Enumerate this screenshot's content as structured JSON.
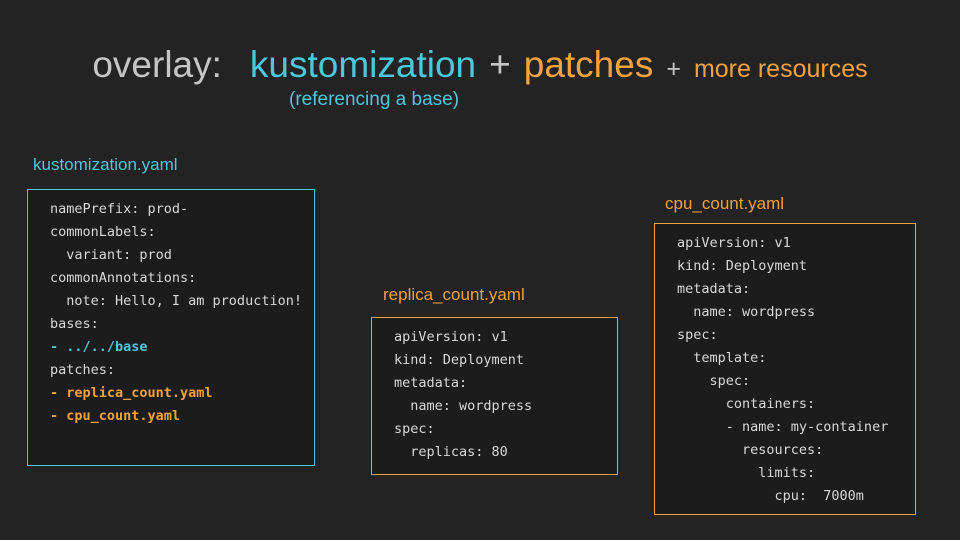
{
  "title": {
    "overlay": "overlay:",
    "kustomization": "kustomization",
    "plus1": "+",
    "patches": "patches",
    "plus2": "+",
    "more_resources": "more resources",
    "subtitle": "(referencing a base)"
  },
  "colors": {
    "background": "#232323",
    "box_background": "#1c1c1c",
    "cyan_accent": "#4cc8dc",
    "orange_accent": "#f2a23e",
    "title_gray": "#c6c6c6",
    "code_text": "#d8d8d8"
  },
  "boxes": [
    {
      "label": "kustomization.yaml",
      "accent": "cyan",
      "lines": [
        {
          "text": "namePrefix: prod-"
        },
        {
          "text": "commonLabels:"
        },
        {
          "text": "  variant: prod"
        },
        {
          "text": "commonAnnotations:"
        },
        {
          "text": "  note: Hello, I am production!"
        },
        {
          "text": "bases:"
        },
        {
          "text": "- ../../base",
          "highlight": "cyan"
        },
        {
          "text": "patches:"
        },
        {
          "text": "- replica_count.yaml",
          "highlight": "orange"
        },
        {
          "text": "- cpu_count.yaml",
          "highlight": "orange"
        }
      ]
    },
    {
      "label": "replica_count.yaml",
      "accent": "orange",
      "lines": [
        {
          "text": "apiVersion: v1"
        },
        {
          "text": "kind: Deployment"
        },
        {
          "text": "metadata:"
        },
        {
          "text": "  name: wordpress"
        },
        {
          "text": "spec:"
        },
        {
          "text": "  replicas: 80"
        }
      ]
    },
    {
      "label": "cpu_count.yaml",
      "accent": "orange",
      "lines": [
        {
          "text": "apiVersion: v1"
        },
        {
          "text": "kind: Deployment"
        },
        {
          "text": "metadata:"
        },
        {
          "text": "  name: wordpress"
        },
        {
          "text": "spec:"
        },
        {
          "text": "  template:"
        },
        {
          "text": "    spec:"
        },
        {
          "text": "      containers:"
        },
        {
          "text": "      - name: my-container"
        },
        {
          "text": "        resources:"
        },
        {
          "text": "          limits:"
        },
        {
          "text": "            cpu:  7000m"
        }
      ]
    }
  ]
}
